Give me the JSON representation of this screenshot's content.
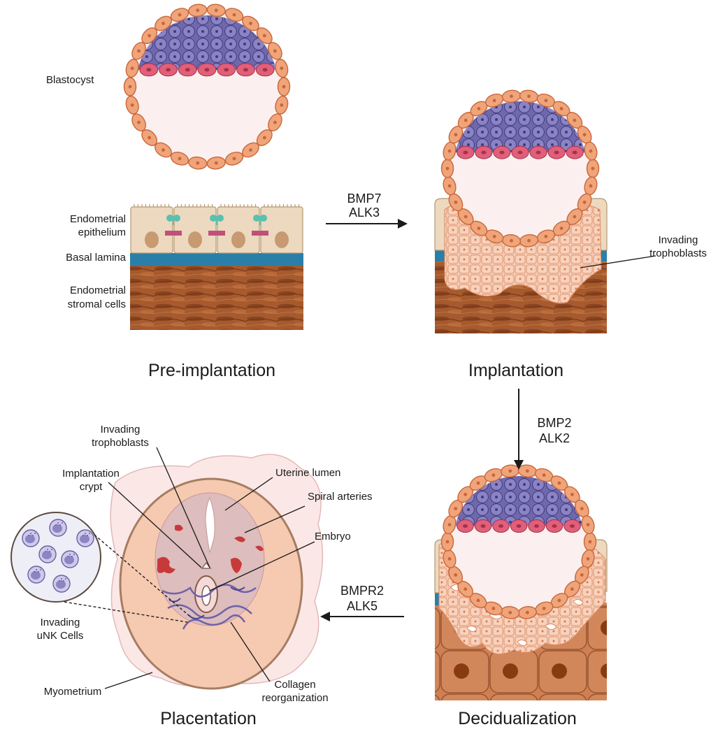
{
  "labels": {
    "blastocyst": "Blastocyst",
    "endometrial_epithelium_1": "Endometrial",
    "endometrial_epithelium_2": "epithelium",
    "basal_lamina": "Basal lamina",
    "endometrial_stromal_1": "Endometrial",
    "endometrial_stromal_2": "stromal cells",
    "invading_trophoblasts_1": "Invading",
    "invading_trophoblasts_2": "trophoblasts",
    "invading_trophoblasts_b_1": "Invading",
    "invading_trophoblasts_b_2": "trophoblasts",
    "implantation_crypt_1": "Implantation",
    "implantation_crypt_2": "crypt",
    "uterine_lumen": "Uterine lumen",
    "spiral_arteries": "Spiral arteries",
    "embryo": "Embryo",
    "invading_unk_1": "Invading",
    "invading_unk_2": "uNK Cells",
    "myometrium": "Myometrium",
    "collagen_1": "Collagen",
    "collagen_2": "reorganization"
  },
  "stages": {
    "pre_implantation": "Pre-implantation",
    "implantation": "Implantation",
    "decidualization": "Decidualization",
    "placentation": "Placentation"
  },
  "signals": {
    "s1_line1": "BMP7",
    "s1_line2": "ALK3",
    "s2_line1": "BMP2",
    "s2_line2": "ALK2",
    "s3_line1": "BMPR2",
    "s3_line2": "ALK5"
  },
  "colors": {
    "trophectoderm": "#f0a47a",
    "trophectoderm_outline": "#c8663a",
    "inner_cell_mass": "#7b74b8",
    "hypoblast": "#e0607a",
    "blastocoel": "#fbf0ef",
    "epithelium": "#ecd9bf",
    "basal_lamina": "#2a7fa8",
    "stroma": "#a65a2e",
    "trophoblast_invasion": "#f6c9b1",
    "decidua": "#c77548",
    "spiral_artery": "#c83a3a",
    "collagen": "#6f62a8"
  }
}
